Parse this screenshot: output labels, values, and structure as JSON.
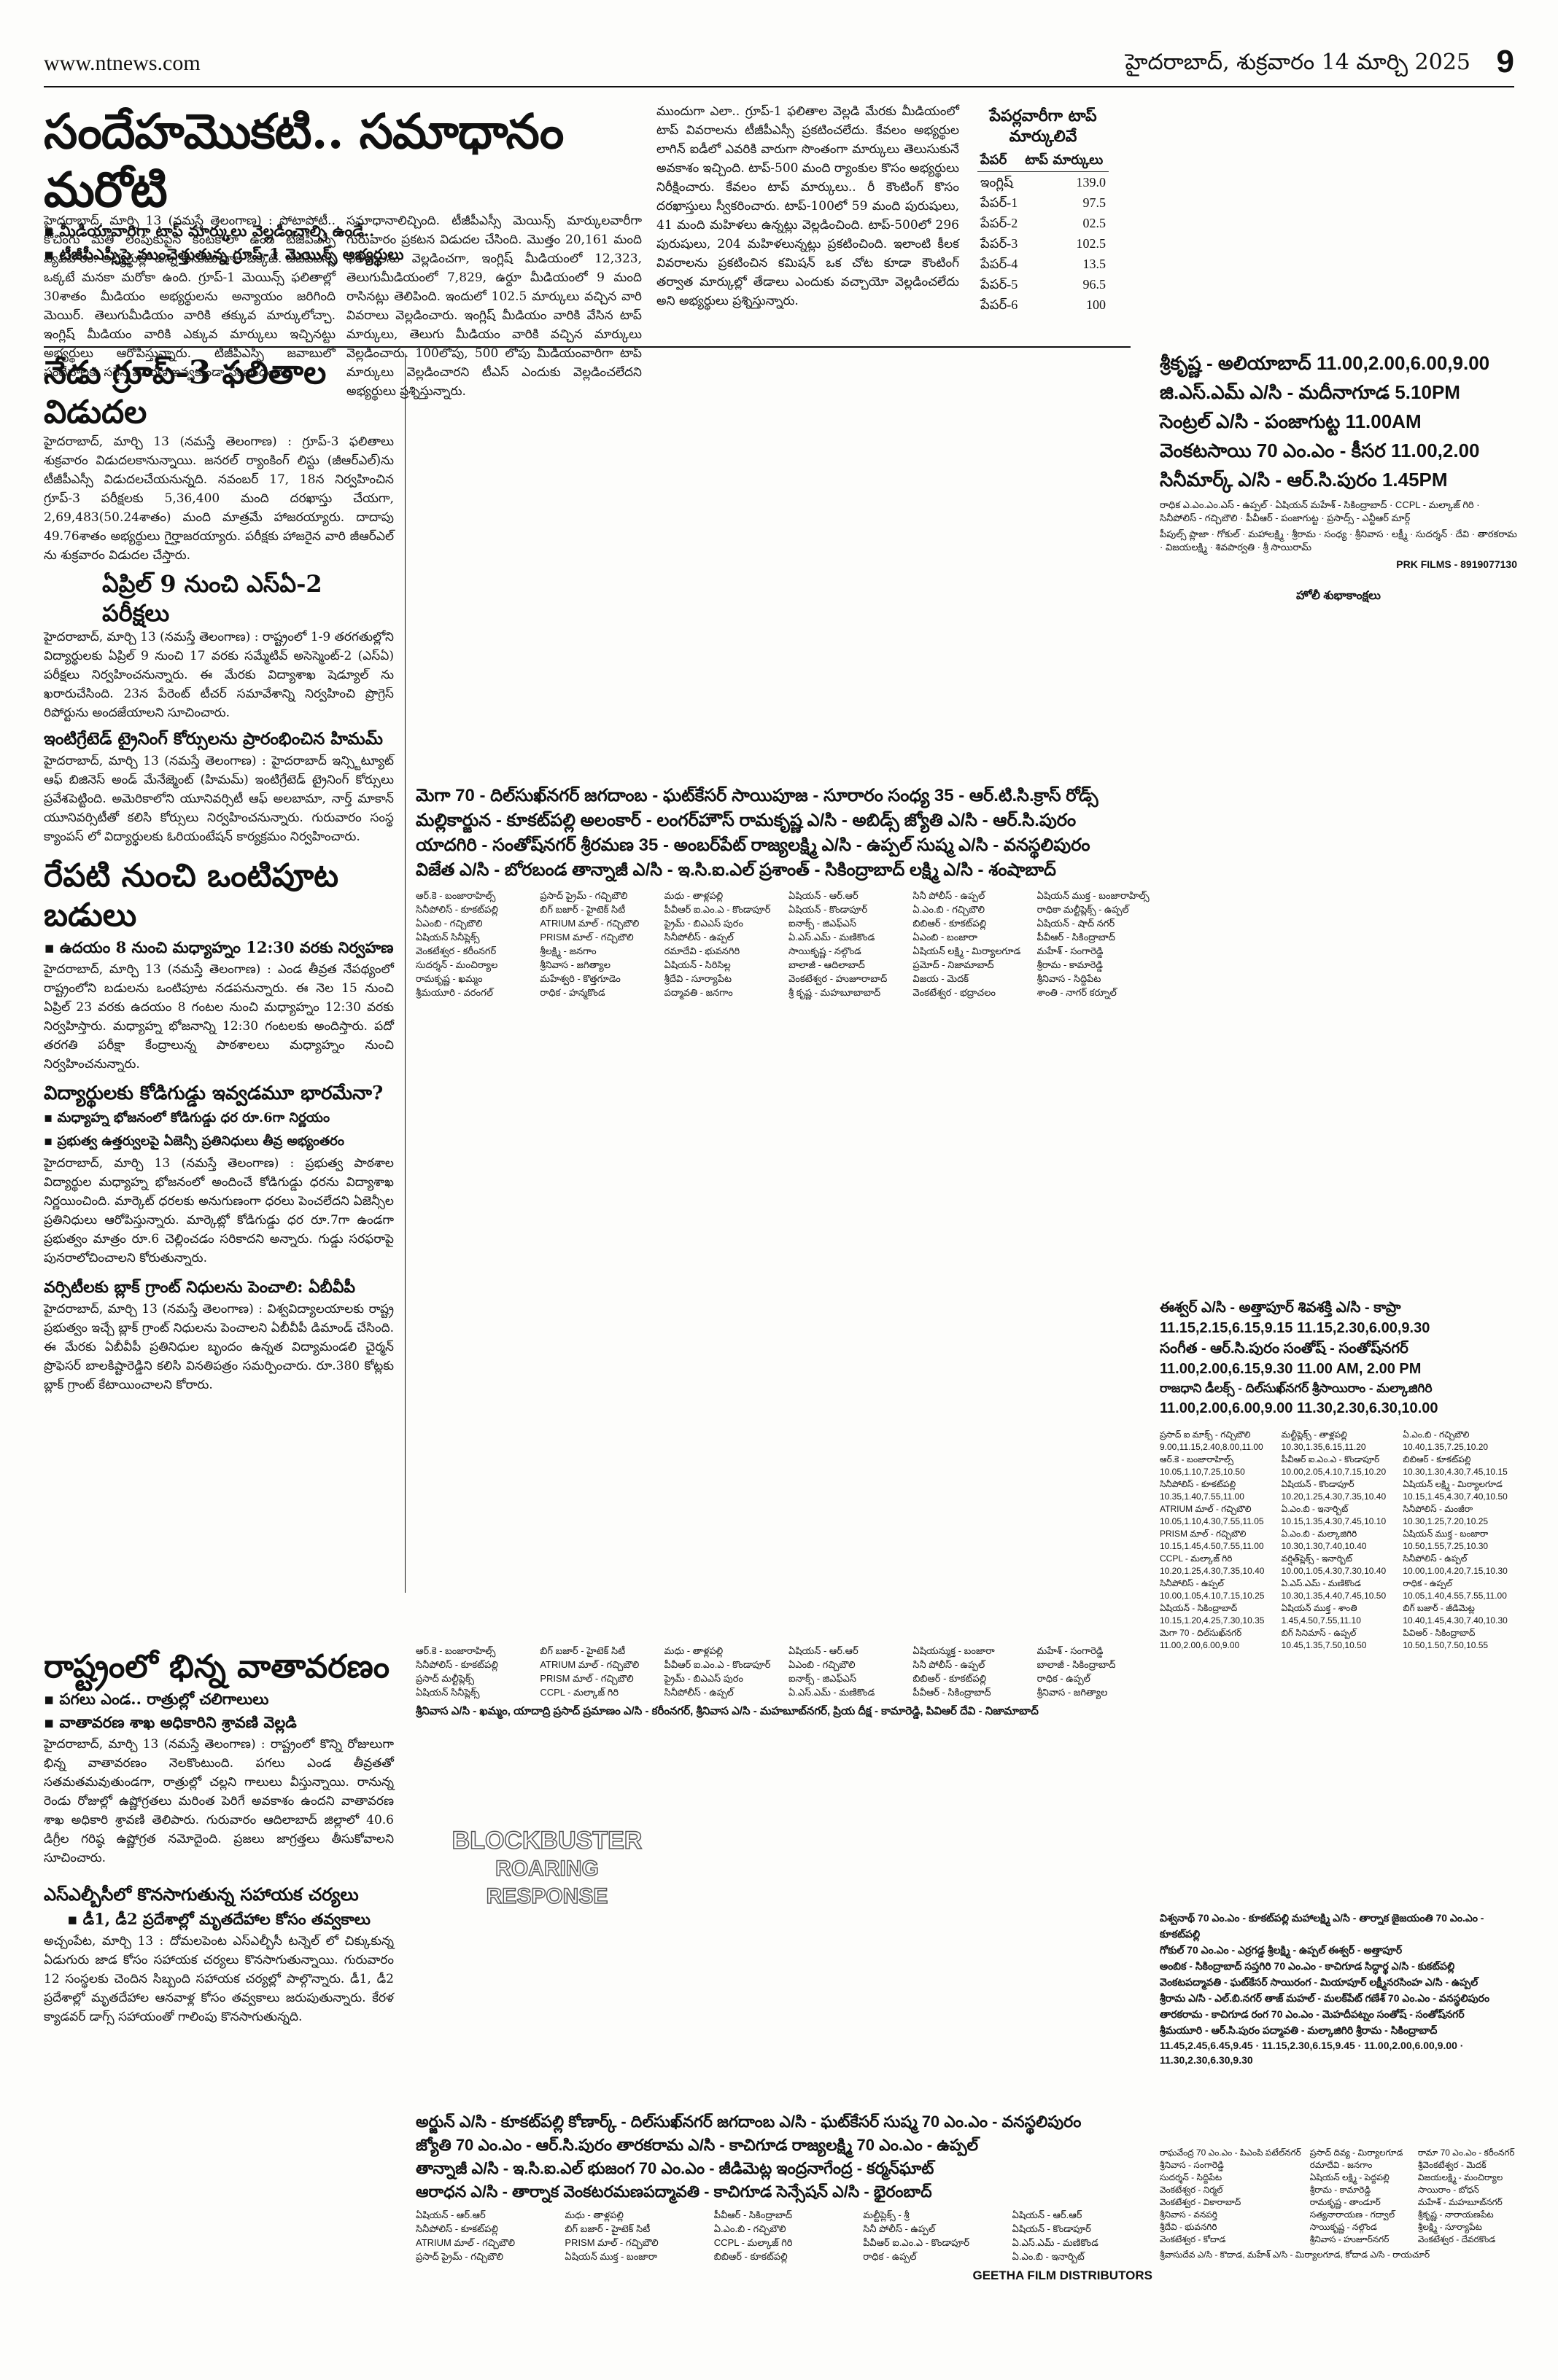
{
  "masthead": {
    "site": "www.ntnews.com",
    "dateline": "హైదరాబాద్, శుక్రవారం 14 మార్చి 2025",
    "page": "9"
  },
  "lead": {
    "headline": "సందేహమొకటి.. సమాధానం మరోటి",
    "subs": [
      "మీడియావారిగా టాప్ మార్కులు వెల్లడించాల్సి ఉండే..",
      "టీజీపీఎస్సీపై ముంచెత్తుతున్న గ్రూప్-1 మెయిన్స్ అభ్యర్థులు"
    ],
    "dateline": "హైదరాబాద్, మార్చి 13 (నమస్తే తెలంగాణ) :",
    "body1": "హైదరాబాద్, మార్చి 13 (నమస్తే తెలంగాణ) : పోటాపోటీ.. కోచింగు మతి లెంపుకుపైన కంటకాలా ఉంది టీజీపీఎస్సీ వ్యవహారం. అభ్యర్థుల్లో ఉన్న అనుమానాల ఒక్కటే. టీజీపీఎస్సీ ఒక్కటే మనకా మరోకా ఉంది. గ్రూప్-1 మెయిన్స్ ఫలితాల్లో 30శాతం మీడియం అభ్యర్థులను అన్యాయం జరిగింది మెయిర్. తెలుగుమీడియం వారికి తక్కువ మార్కులోచ్చా. ఇంగ్లిష్ మీడియం వారికి ఎక్కువ మార్కులు ఇచ్చినట్టు అభ్యర్థులు ఆరోపిస్తున్నారు. టీజీపీఎస్సీ జవాబులో సందేహాలకు సరైన వివరణ ఇవ్వకుండా సంబంధంలేని",
    "body2": "సమాధానాలిచ్చింది. టీజీపీఎస్సీ మెయిన్స్ మార్కులవారీగా గురువారం ప్రకటన విడుదల చేసింది. మొత్తం 20,161 మంది ఫలితాలను వెల్లడించగా, ఇంగ్లిష్ మీడియంలో 12,323, తెలుగుమీడియంలో 7,829, ఉర్దూ మీడియంలో 9 మంది రాసినట్లు తెలిపింది. ఇందులో 102.5 మార్కులు వచ్చిన వారి వివరాలు వెల్లడించారు. ఇంగ్లిష్ మీడియం వారికి వేసిన టాప్ మార్కులు, తెలుగు మీడియం వారికి వచ్చిన మార్కులు వెల్లడించారు. 100లోపు, 500 లోపు మీడియంవారిగా టాప్ మార్కులు వెల్లడించారని టీఎస్ ఎందుకు వెల్లడించలేదని అభ్యర్థులు ప్రశ్నిస్తున్నారు.",
    "body3": "ముందుగా ఎలా.. గ్రూప్-1 ఫలితాల వెల్లడి మేరకు మీడియంలో టాప్ వివరాలను టీజీపీఎస్సీ ప్రకటించలేదు. కేవలం అభ్యర్థుల లాగిన్ ఐడీలో ఎవరికి వారుగా సొంతంగా మార్కులు తెలుసుకునే అవకాశం ఇచ్చింది. టాప్-500 మంది ర్యాంకుల కొసం అభ్యర్థులు నిరీక్షించారు. కేవలం టాప్ మార్కులు.. రీ కౌంటింగ్ కొసం దరఖాస్తులు స్వీకరించారు. టాప్-100లో 59 మంది పురుషులు, 41 మంది మహిళలు ఉన్నట్లు వెల్లడించింది. టాప్-500లో 296 పురుషులు, 204 మహిళలున్నట్లు ప్రకటించింది. ఇలాంటి కీలక వివరాలను ప్రకటించిన కమిషన్ ఒక చోట కూడా కౌంటింగ్ తర్వాత మార్కుల్లో తేడాలు ఎందుకు వచ్చాయో వెల్లడించలేదు అని అభ్యర్థులు ప్రశ్నిస్తున్నారు."
  },
  "marks_table": {
    "title": "పేపర్లవారీగా టాప్ మార్కులివే",
    "headers": [
      "పేపర్",
      "టాప్ మార్కులు"
    ],
    "rows": [
      [
        "ఇంగ్లిష్",
        "139.0"
      ],
      [
        "పేపర్-1",
        "97.5"
      ],
      [
        "పేపర్-2",
        "02.5"
      ],
      [
        "పేపర్-3",
        "102.5"
      ],
      [
        "పేపర్-4",
        "13.5"
      ],
      [
        "పేపర్-5",
        "96.5"
      ],
      [
        "పేపర్-6",
        "100"
      ]
    ]
  },
  "group3": {
    "headline": "నేడు గ్రూప్-3 ఫలితాల విడుదల",
    "body": "హైదరాబాద్, మార్చి 13 (నమస్తే తెలంగాణ) : గ్రూప్-3 ఫలితాలు శుక్రవారం విడుదలకానున్నాయి. జనరల్ ర్యాంకింగ్ లిస్టు (జీఆర్ఎల్)ను టీజీపీఎస్సీ విడుదలచేయనున్నది. నవంబర్ 17, 18న నిర్వహించిన గ్రూప్-3 పరీక్షలకు 5,36,400 మంది దరఖాస్తు చేయగా, 2,69,483(50.24శాతం) మంది మాత్రమే హాజరయ్యారు. దాదాపు 49.76శాతం అభ్యర్థులు గైర్హాజరయ్యారు. పరీక్షకు హాజరైన వారి జీఆర్ఎల్ ను శుక్రవారం విడుదల చేస్తారు."
  },
  "sa2": {
    "headline": "ఏప్రిల్ 9 నుంచి ఎస్ఏ-2 పరీక్షలు",
    "body": "హైదరాబాద్, మార్చి 13 (నమస్తే తెలంగాణ) : రాష్ట్రంలో 1-9 తరగతుల్లోని విద్యార్థులకు ఏప్రిల్ 9 నుంచి 17 వరకు సమ్మేటివ్ అసెస్మెంట్-2 (ఎస్ఏ) పరీక్షలు నిర్వహించనున్నారు. ఈ మేరకు విద్యాశాఖ షెడ్యూల్ ను ఖరారుచేసింది. 23న పేరెంట్ టీచర్ సమావేశాన్ని నిర్వహించి ప్రొగ్రెస్ రిపోర్టును అందజేయాలని సూచించారు."
  },
  "himam": {
    "headline": "ఇంటిగ్రేటెడ్ ట్రైనింగ్ కోర్సులను ప్రారంభించిన హిమమ్",
    "body": "హైదరాబాద్, మార్చి 13 (నమస్తే తెలంగాణ) : హైదరాబాద్ ఇన్స్టిట్యూట్ ఆఫ్ బిజినెస్ అండ్ మేనేజ్మెంట్ (హిమమ్) ఇంటిగ్రేటెడ్ ట్రైనింగ్ కోర్సులు ప్రవేశపెట్టింది. అమెరికాలోని యూనివర్సిటీ ఆఫ్ అలబామా, నార్త్ మాకాన్ యూనివర్సిటీతో కలిసి కోర్సులు నిర్వహించనున్నారు. గురువారం సంస్థ క్యాంపస్ లో విద్యార్థులకు ఓరియంటేషన్ కార్యక్రమం నిర్వహించారు."
  },
  "halfday": {
    "headline": "రేపటి నుంచి ఒంటిపూట బడులు",
    "kicker": "ఉదయం 8 నుంచి మధ్యాహ్నం 12:30 వరకు నిర్వహణ",
    "body": "హైదరాబాద్, మార్చి 13 (నమస్తే తెలంగాణ) : ఎండ తీవ్రత నేపథ్యంలో రాష్ట్రంలోని బడులను ఒంటిపూట నడపనున్నారు. ఈ నెల 15 నుంచి ఏప్రిల్ 23 వరకు ఉదయం 8 గంటల నుంచి మధ్యాహ్నం 12:30 వరకు నిర్వహిస్తారు. మధ్యాహ్న భోజనాన్ని 12:30 గంటలకు అందిస్తారు. పదో తరగతి పరీక్షా కేంద్రాలున్న పాఠశాలలు మధ్యాహ్నం నుంచి నిర్వహించనున్నారు."
  },
  "eggs": {
    "headline": "విద్యార్థులకు కోడిగుడ్డు ఇవ్వడమూ భారమేనా?",
    "subs": [
      "మధ్యాహ్న భోజనంలో కోడిగుడ్డు ధర రూ.6గా నిర్ణయం",
      "ప్రభుత్వ ఉత్తర్వులపై ఏజెన్సీ ప్రతినిధులు తీవ్ర అభ్యంతరం"
    ],
    "body": "హైదరాబాద్, మార్చి 13 (నమస్తే తెలంగాణ) : ప్రభుత్వ పాఠశాల విద్యార్థుల మధ్యాహ్న భోజనంలో అందించే కోడిగుడ్డు ధరను విద్యాశాఖ నిర్ణయించింది. మార్కెట్ ధరలకు అనుగుణంగా ధరలు పెంచలేదని ఏజెన్సీల ప్రతినిధులు ఆరోపిస్తున్నారు. మార్కెట్లో కోడిగుడ్డు ధర రూ.7గా ఉండగా ప్రభుత్వం మాత్రం రూ.6 చెల్లించడం సరికాదని అన్నారు. గుడ్డు సరఫరాపై పునరాలోచించాలని కోరుతున్నారు."
  },
  "varsity": {
    "headline": "వర్సిటీలకు బ్లాక్ గ్రాంట్ నిధులను పెంచాలి: ఏబీవీపీ",
    "body": "హైదరాబాద్, మార్చి 13 (నమస్తే తెలంగాణ) : విశ్వవిద్యాలయాలకు రాష్ట్ర ప్రభుత్వం ఇచ్చే బ్లాక్ గ్రాంట్ నిధులను పెంచాలని ఏబీవీపీ డిమాండ్ చేసింది. ఈ మేరకు ఏబీవీపీ ప్రతినిధుల బృందం ఉన్నత విద్యామండలి చైర్మన్ ప్రొఫెసర్ బాలకిష్టారెడ్డిని కలిసి వినతిపత్రం సమర్పించారు. రూ.380 కోట్లకు బ్లాక్ గ్రాంట్ కేటాయించాలని కోరారు."
  },
  "weather": {
    "headline": "రాష్ట్రంలో భిన్న వాతావరణం",
    "subs": [
      "పగలు ఎండ.. రాత్రుల్లో చలిగాలులు",
      "వాతావరణ శాఖ అధికారిని శ్రావణి వెల్లడి"
    ],
    "body": "హైదరాబాద్, మార్చి 13 (నమస్తే తెలంగాణ) : రాష్ట్రంలో కొన్ని రోజులుగా భిన్న వాతావరణం నెలకొంటుంది. పగలు ఎండ తీవ్రతతో సతమతమవుతుండగా, రాత్రుల్లో చల్లని గాలులు వీస్తున్నాయి. రానున్న రెండు రోజుల్లో ఉష్ణోగ్రతలు మరింత పెరిగే అవకాశం ఉందని వాతావరణ శాఖ అధికారి శ్రావణి తెలిపారు. గురువారం ఆదిలాబాద్ జిల్లాలో 40.6 డిగ్రీల గరిష్ఠ ఉష్ణోగ్రత నమోదైంది. ప్రజలు జాగ్రత్తలు తీసుకోవాలని సూచించారు."
  },
  "slbc": {
    "headline": "ఎస్ఎల్బీసీలో కొనసాగుతున్న సహాయక చర్యలు",
    "kicker": "డీ1, డీ2 ప్రదేశాల్లో మృతదేహాల కోసం తవ్వకాలు",
    "body": "అచ్చంపేట, మార్చి 13 : దోమలపెంట ఎస్ఎల్బీసీ టన్నెల్ లో చిక్కుకున్న ఏడుగురు జాడ కోసం సహాయక చర్యలు కొనసాగుతున్నాయి. గురువారం 12 సంస్థలకు చెందిన సిబ్బంది సహాయక చర్యల్లో పాల్గొన్నారు. డీ1, డీ2 ప్రదేశాల్లో మృతదేహాల ఆనవాళ్ల కోసం తవ్వకాలు జరుపుతున్నారు. కేరళ క్యాడవర్ డాగ్స్ సహాయంతో గాలింపు కొనసాగుతున్నది."
  },
  "cinema_ad_top": {
    "lines": [
      "శ్రీకృష్ణ - అలియాబాద్ 11.00,2.00,6.00,9.00",
      "జి.ఎస్.ఎమ్ ఎ/సి - మదీనాగూడ 5.10PM",
      "సెంట్రల్ ఎ/సి - పంజాగుట్ట 11.00AM",
      "వెంకటసాయి 70 ఎం.ఎం - కీసర 11.00,2.00",
      "సినీమార్క్ ఎ/సి - ఆర్.సి.పురం 1.45PM"
    ],
    "fine": "రాధిక ఎ.ఎం.ఎం.ఎస్ - ఉప్పల్ · ఏషియన్ మహేశ్ - సికింద్రాబాద్ · CCPL - మల్కాజ్ గిరి · సినీపోలిస్ - గచ్చిబౌలి · పీవీఆర్ - పంజాగుట్ట · ప్రసాద్స్ - ఎన్టీఆర్ మార్గ్",
    "credits": "పీపుల్స్ ప్లాజా · గోకుల్ · మహాలక్ష్మి · శ్రీరామ · సంధ్య · శ్రీనివాస · లక్ష్మీ · సుదర్శన్ · దేవి · తారకరామ · విజయలక్ష్మి · శివపార్వతి · శ్రీ సాయిరామ్",
    "distributor": "PRK FILMS - 8919077130",
    "greeting": "హోలీ శుభాకాంక్షలు"
  },
  "cinema_center": {
    "big": [
      "మెగా 70 - దిల్‌సుఖ్‌నగర్   జగదాంబ - ఘట్‌కేసర్   సాయిపూజ - సూరారం   సంధ్య 35 - ఆర్.టి.సి.క్రాస్ రోడ్స్",
      "మల్లికార్జున - కూకట్‌పల్లి  అలంకార్ - లంగర్‌హౌస్  రామకృష్ణ ఎ/సి - అబిడ్స్  జ్యోతి ఎ/సి - ఆర్.సి.పురం",
      "యాదగిరి - సంతోష్‌నగర్  శ్రీరమణ 35 - అంబర్‌పేట్  రాజ్యలక్ష్మి ఎ/సి - ఉప్పల్  సుష్మ ఎ/సి - వనస్థలిపురం",
      "విజేత ఎ/సి - బోరబండ  తాన్నాజీ ఎ/సి - ఇ.సి.ఐ.ఎల్  ప్రశాంత్ - సికింద్రాబాద్  లక్ష్మి ఎ/సి - శంషాబాద్"
    ],
    "small": [
      "ఆర్.కె - బంజారాహిల్స్",
      "ప్రసాద్ ప్రైమ్ - గచ్చిబౌలి",
      "మధు - తాళ్లపల్లి",
      "ఏషియన్ - ఆర్‌.ఆర్",
      "సినీ పోలీస్ - ఉప్పల్",
      "ఏషియన్ ముక్త - బంజారాహిల్స్",
      "సినీపోలిస్ - కూకట్‌పల్లి",
      "బిగ్ బజార్ - హైటెక్ సిటీ",
      "పీవీఆర్ ఐ.ఎం.ఎ - కొండాపూర్",
      "ఏషియన్ - కొండాపూర్",
      "ఏ.ఎం.బి - గచ్చిబౌలి",
      "రాధికా మల్టీప్లెక్స్ - ఉప్పల్",
      "ఏఎంబి - గచ్చిబౌలి",
      "ATRIUM మాల్ - గచ్చిబౌలి",
      "ప్రైమ్ - బిఎఎస్ పురం",
      "ఐనాక్స్ - జిఎఫ్ఎస్",
      "బిబిఆర్ - కూకట్‌పల్లి",
      "ఏషియన్ - షాద్ నగర్",
      "ఏషియన్ సినీప్లెక్స్",
      "PRISM మాల్ - గచ్చిబౌలి",
      "సినీపోలీస్ - ఉప్పల్",
      "ఏ.ఎస్.ఎమ్ - మణికొండ",
      "ఏఎంబి - బంజారా",
      "పీవీఆర్ - సికింద్రాబాద్",
      "వెంకటేశ్వర - కరీంనగర్",
      "శ్రీలక్ష్మి - జనగాం",
      "రమాదేవి - భువనగిరి",
      "సాయికృష్ణ - నల్గొండ",
      "ఏషియన్ లక్ష్మి - మిర్యాలగూడ",
      "మహేశ్ - సంగారెడ్డి",
      "సుదర్శన్ - మంచిర్యాల",
      "శ్రీనివాస - జగిత్యాల",
      "ఏషియన్ - సిరిసిల్ల",
      "బాలాజీ - ఆదిలాబాద్",
      "ప్రమోద్ - నిజామాబాద్",
      "శ్రీరామ - కామారెడ్డి",
      "రామకృష్ణ - ఖమ్మం",
      "మహేశ్వరి - కొత్తగూడెం",
      "శ్రీదేవి - సూర్యాపేట",
      "వెంకటేశ్వర - హుజూరాబాద్",
      "విజయ - మెదక్",
      "శ్రీనివాస - సిద్దిపేట",
      "శ్రీమయూరి - వరంగల్",
      "రాధిక - హన్మకొండ",
      "పద్మావతి - జనగాం",
      "శ్రీ కృష్ణ - మహబూబాబాద్",
      "వెంకటేశ్వర - భద్రాచలం",
      "శాంతి - నాగర్ కర్నూల్"
    ]
  },
  "watermark": [
    "BLOCKBUSTER",
    "ROARING",
    "RESPONSE"
  ],
  "cinema_middle": {
    "small": [
      "ఆర్.కె - బంజారాహిల్స్",
      "బిగ్ బజార్ - హైటెక్ సిటీ",
      "మధు - తాళ్లపల్లి",
      "ఏషియన్ - ఆర్‌.ఆర్",
      "ఏషియన్ముక్త - బంజారా",
      "మహేశ్ - సంగారెడ్డి",
      "సినీపోలిస్ - కూకట్‌పల్లి",
      "ATRIUM మాల్ - గచ్చిబౌలి",
      "పీవీఆర్ ఐ.ఎం.ఎ - కొండాపూర్",
      "ఏఎంబి - గచ్చిబౌలి",
      "సినీ పోలీస్ - ఉప్పల్",
      "బాలాజీ - సికింద్రాబాద్",
      "ప్రసాద్ మల్టీప్లెక్స్",
      "PRISM మాల్ - గచ్చిబౌలి",
      "ప్రైమ్ - బిఎఎస్ పురం",
      "ఐనాక్స్ - జిఎఫ్ఎస్",
      "బిబిఆర్ - కూకట్‌పల్లి",
      "రాధిక - ఉప్పల్",
      "ఏషియన్ సినీప్లెక్స్",
      "CCPL - మల్కాజ్ గిరి",
      "సినీపోలీస్ - ఉప్పల్",
      "ఏ.ఎస్.ఎమ్ - మణికొండ",
      "పీవీఆర్ - సికింద్రాబాద్",
      "శ్రీనివాస - జగిత్యాల"
    ],
    "footer": "శ్రీనివాస ఎ/సి - ఖమ్మం, యాదాద్రి ప్రసాద్ ప్రమాణం ఎ/సి - కరీంనగర్, శ్రీనివాస ఎ/సి - మహబూబ్‌నగర్, ప్రియ దీక్ష - కామారెడ్డి, పివిఆర్ దేవి - నిజామాబాద్"
  },
  "cinema_right": {
    "big": [
      "ఈశ్వర్ ఎ/సి - అత్తాపూర్   శివశక్తి ఎ/సి - కాప్రా",
      "11.15,2.15,6.15,9.15   11.15,2.30,6.00,9.30",
      "సంగీత - ఆర్.సి.పురం   సంతోష్ - సంతోష్‌నగర్",
      "11.00,2.00,6.15,9.30   11.00 AM, 2.00 PM",
      "రాజధాని డీలక్స్ - దిల్‌సుఖ్‌నగర్  శ్రీసాయిరాం - మల్కాజిగిరి",
      "11.00,2.00,6.00,9.00  11.30,2.30,6.30,10.00"
    ],
    "times": [
      "ప్రసాద్ ఐ మాక్స్ - గచ్చిబౌలి",
      "మల్టీప్లెక్స్ - తాళ్లపల్లి",
      "ఏ.ఎం.బి - గచ్చిబౌలి",
      "9.00,11.15,2.40,8.00,11.00",
      "10.30,1.35,6.15,11.20",
      "10.40,1.35,7.25,10.20",
      "ఆర్.కె - బంజారాహిల్స్",
      "పీవీఆర్ ఐ.ఎం.ఎ - కొండాపూర్",
      "బిబిఆర్ - కూకట్‌పల్లి",
      "10.05,1.10,7.25,10.50",
      "10.00,2.05,4.10,7.15,10.20",
      "10.30,1.30,4.30,7.45,10.15",
      "సినీపోలిస్ - కూకట్‌పల్లి",
      "ఏషియన్ - కొండాపూర్",
      "ఏషియన్ లక్ష్మి - మిర్యాలగూడ",
      "10.35,1.40,7.55,11.00",
      "10.20,1.25,4.30,7.35,10.40",
      "10.15,1.45,4.30,7.40,10.50",
      "ATRIUM మాల్ - గచ్చిబౌలి",
      "ఏ.ఎం.బి - ఇనార్బిట్",
      "సినీపోలిస్ - మంజీరా",
      "10.05,1.10,4.30,7.55,11.05",
      "10.15,1.35,4.30,7.45,10.10",
      "10.30,1.25,7.20,10.25",
      "PRISM మాల్ - గచ్చిబౌలి",
      "ఏ.ఎం.బి - మల్కాజిగిరి",
      "ఏషియన్ ముక్త - బంజారా",
      "10.15,1.45,4.50,7.55,11.00",
      "10.30,1.30,7.40,10.40",
      "10.50,1.55,7.25,10.30",
      "CCPL - మల్కాజ్ గిరి",
      "వర్షిత్‌ప్లెక్స్ - ఇనార్బిట్",
      "సినీపోలిస్ - ఉప్పల్",
      "10.20,1.25,4.30,7.35,10.40",
      "10.00,1.05,4.30,7.30,10.40",
      "10.00,1.00,4.20,7.15,10.30",
      "సినీపోలిస్ - ఉప్పల్",
      "ఏ.ఎస్.ఎమ్ - మణికొండ",
      "రాధిక - ఉప్పల్",
      "10.00,1.05,4.10,7.15,10.25",
      "10.30,1.35,4.40,7.45,10.50",
      "10.05,1.40,4.55,7.55,11.00",
      "ఏషియన్ - సికింద్రాబాద్",
      "ఏషియన్ ముక్త - శాంతి",
      "బిగ్ బజార్ - జీడిమెట్ల",
      "10.15,1.20,4.25,7.30,10.35",
      "1.45,4.50,7.55,11.10",
      "10.40,1.45,4.30,7.40,10.30",
      "మెగా 70 - దిల్‌సుఖ్‌నగర్",
      "బిగ్ సినిమాస్ - ఉప్పల్",
      "పివిఆర్ - సికింద్రాబాద్",
      "11.00,2.00,6.00,9.00",
      "10.45,1.35,7.50,10.50",
      "10.50,1.50,7.50,10.55"
    ],
    "bold_lines": [
      "విశ్వనాథ్ 70 ఎం.ఎం - కూకట్‌పల్లి  మహాలక్ష్మి ఎ/సి - తార్నాక  జైజయంతి 70 ఎం.ఎం - కూకట్‌పల్లి",
      "గోకుల్ 70 ఎం.ఎం - ఎర్రగడ్డ  శ్రీలక్ష్మి - ఉప్పల్  ఈశ్వర్ - అత్తాపూర్",
      "అంబిక - సికింద్రాబాద్  సప్తగిరి 70 ఎం.ఎం - కాచిగూడ  సిద్ధార్థ ఎ/సి - కుకట్‌పల్లి",
      "వెంకటపద్మావతి - ఘట్‌కేసర్  సాయిరంగ - మియాపూర్  లక్ష్మీనరసింహ ఎ/సి - ఉప్పల్",
      "శ్రీరామ ఎ/సి - ఎల్.బి.నగర్  తాజ్ మహల్ - మలక్‌పేట్  గణేశ్ 70 ఎం.ఎం - వనస్థలిపురం",
      "తారకరామ - కాచిగూడ  రంగ 70 ఎం.ఎం - మెహదీపట్నం  సంతోష్ - సంతోష్‌నగర్",
      "శ్రీమయూరి - ఆర్.సి.పురం  పద్మావతి - మల్కాజిగిరి  శ్రీరామ - సికింద్రాబాద్"
    ],
    "bold_times": "11.45,2.45,6.45,9.45 · 11.15,2.30,6.15,9.45 · 11.00,2.00,6.00,9.00 · 11.30,2.30,6.30,9.30"
  },
  "cinema_bottom": {
    "big": [
      "అర్జున్ ఎ/సి - కూకట్‌పల్లి  కోణార్క్ - దిల్‌సుఖ్‌నగర్  జగదాంబ ఎ/సి - ఘట్‌కేసర్  సుష్మ 70 ఎం.ఎం - వనస్థలిపురం",
      "జ్యోతి 70 ఎం.ఎం - ఆర్.సి.పురం  తారకరామ ఎ/సి - కాచిగూడ  రాజ్యలక్ష్మి 70 ఎం.ఎం - ఉప్పల్",
      "తాన్నాజీ ఎ/సి - ఇ.సి.ఐ.ఎల్  భుజంగ 70 ఎం.ఎం - జీడిమెట్ల  ఇంద్రనాగేంద్ర - కర్మన్‌ఘాట్",
      "ఆరాధన ఎ/సి - తార్నాక  వెంకటరమణపద్మావతి - కాచిగూడ  సెన్సేషన్ ఎ/సి - భైరంబాద్"
    ],
    "small": [
      "ఏషియన్ - ఆర్‌.ఆర్",
      "మధు - తాళ్లపల్లి",
      "పీవీఆర్ - సికింద్రాబాద్",
      "మల్టీప్లెక్స్ - శ్రీ",
      "ఏషియన్ - ఆర్‌.ఆర్",
      "సినీపోలిస్ - కూకట్‌పల్లి",
      "బిగ్ బజార్ - హైటెక్ సిటీ",
      "ఏ.ఎం.బి - గచ్చిబౌలి",
      "సినీ పోలీస్ - ఉప్పల్",
      "ఏషియన్ - కొండాపూర్",
      "ATRIUM మాల్ - గచ్చిబౌలి",
      "PRISM మాల్ - గచ్చిబౌలి",
      "CCPL - మల్కాజ్ గిరి",
      "పీవీఆర్ ఐ.ఎం.ఎ - కొండాపూర్",
      "ఏ.ఎస్.ఎమ్ - మణికొండ",
      "ప్రసాద్ ప్రైమ్ - గచ్చిబౌలి",
      "ఏషియన్ ముక్త - బంజారా",
      "బిబిఆర్ - కూకట్‌పల్లి",
      "రాధిక - ఉప్పల్",
      "ఏ.ఎం.బి - ఇనార్బిట్"
    ],
    "distributor": "GEETHA FILM DISTRIBUTORS"
  },
  "cinema_bottom_right": {
    "items": [
      "రాఘవేంద్ర 70 ఎం.ఎం - పిఎంపి పటేల్‌నగర్",
      "ప్రసాద్ దివ్య - మిర్యాలగూడ",
      "రామా 70 ఎం.ఎం - కరీంనగర్",
      "శ్రీనివాస - సంగారెడ్డి",
      "రమాదేవి - జనగాం",
      "శ్రీవెంకటేశ్వర - మెదక్",
      "సుదర్శన్ - సిద్దిపేట",
      "ఏషియన్ లక్ష్మి - పెద్దపల్లి",
      "విజయలక్ష్మి - మంచిర్యాల",
      "వెంకటేశ్వర - నిర్మల్",
      "శ్రీరామ - కామారెడ్డి",
      "సాయిరాం - బోధన్",
      "వెంకటేశ్వర - వికారాబాద్",
      "రామకృష్ణ - తాండూర్",
      "మహేశ్ - మహబూబ్‌నగర్",
      "శ్రీనివాస - వనపర్తి",
      "సత్యనారాయణ - గద్వాల్",
      "శ్రీకృష్ణ - నారాయణపేట",
      "శ్రీదేవి - భువనగిరి",
      "సాయికృష్ణ - నల్గొండ",
      "శ్రీలక్ష్మి - సూర్యాపేట",
      "వెంకటేశ్వర - కోదాడ",
      "శ్రీనివాస - హుజూర్‌నగర్",
      "వెంకటేశ్వర - దేవరకొండ"
    ],
    "footer": "శ్రీవాసుదేవ ఎ/సి - కొదాడ, మహేశ్ ఎ/సి - మిర్యాలగూడ, కోదాడ ఎ/సి - రాయచూర్"
  }
}
